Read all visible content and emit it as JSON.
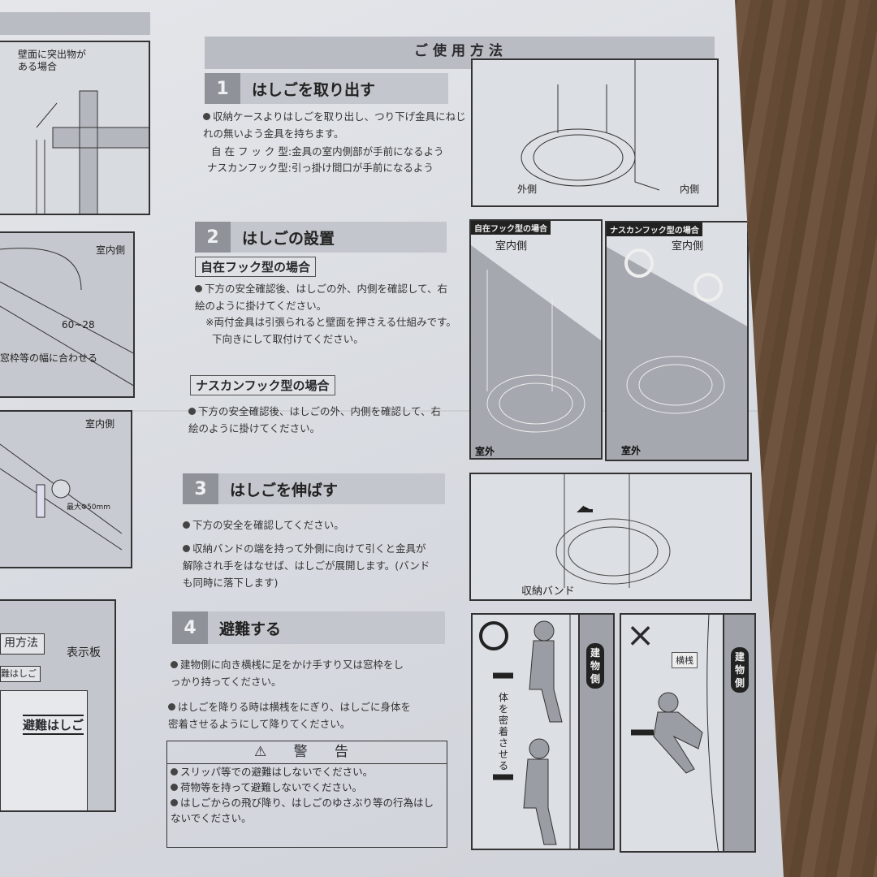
{
  "page_title": "ご使用方法",
  "left_column": {
    "panel1_label": "壁面に突出物が\nある場合",
    "panel2_label": "室内側",
    "panel2_dim": "60~28",
    "panel2_note": "窓枠等の幅に合わせる",
    "panel3_label": "室内側",
    "panel3_dim": "最大Φ50mm",
    "panel4_sign1": "用方法",
    "panel4_sign2": "難はしご",
    "panel4_board": "表示板",
    "panel4_box": "避難はしご"
  },
  "steps": [
    {
      "number": "1",
      "title": "はしごを取り出す",
      "bullets": [
        "収納ケースよりはしごを取り出し、つり下げ金具にねじ\nれの無いよう金具を持ちます。"
      ],
      "notes": [
        "自 在 フ ッ ク 型:金具の室内側部が手前になるよう",
        "ナスカンフック型:引っ掛け間口が手前になるよう"
      ]
    },
    {
      "number": "2",
      "title": "はしごの設置",
      "sub1": "自在フック型の場合",
      "sub1_text": "下方の安全確認後、はしごの外、内側を確認して、右\n絵のように掛けてください。",
      "sub1_note": "※両付金具は引張られると壁面を押さえる仕組みです。\n  下向きにして取付けてください。",
      "sub2": "ナスカンフック型の場合",
      "sub2_text": "下方の安全確認後、はしごの外、内側を確認して、右\n絵のように掛けてください。"
    },
    {
      "number": "3",
      "title": "はしごを伸ばす",
      "bullets": [
        "下方の安全を確認してください。",
        "収納バンドの端を持って外側に向けて引くと金具が\n解除され手をはなせば、はしごが展開します。(バンド\nも同時に落下します)"
      ]
    },
    {
      "number": "4",
      "title": "避難する",
      "bullets": [
        "建物側に向き横桟に足をかけ手すり又は窓枠をし\nっかり持ってください。",
        "はしごを降りる時は横桟をにぎり、はしごに身体を\n密着させるようにして降りてください。"
      ]
    }
  ],
  "warning": {
    "title": "⚠ 警 告",
    "items": [
      "スリッパ等での避難はしないでください。",
      "荷物等を持って避難しないでください。",
      "はしごからの飛び降り、はしごのゆさぶり等の行為はし\nないでください。"
    ]
  },
  "right_column": {
    "fig1": {
      "outside": "外側",
      "inside": "内側"
    },
    "fig2a": {
      "tag": "自在フック型の場合",
      "inside": "室内側",
      "outside": "室外"
    },
    "fig2b": {
      "tag": "ナスカンフック型の場合",
      "inside": "室内側",
      "outside": "室外"
    },
    "fig3": {
      "band": "収納バンド"
    },
    "fig4a": {
      "mark": "○",
      "side": "建物側",
      "caption": "体を密着させる"
    },
    "fig4b": {
      "mark": "×",
      "rung": "横桟",
      "side": "建物側"
    }
  }
}
